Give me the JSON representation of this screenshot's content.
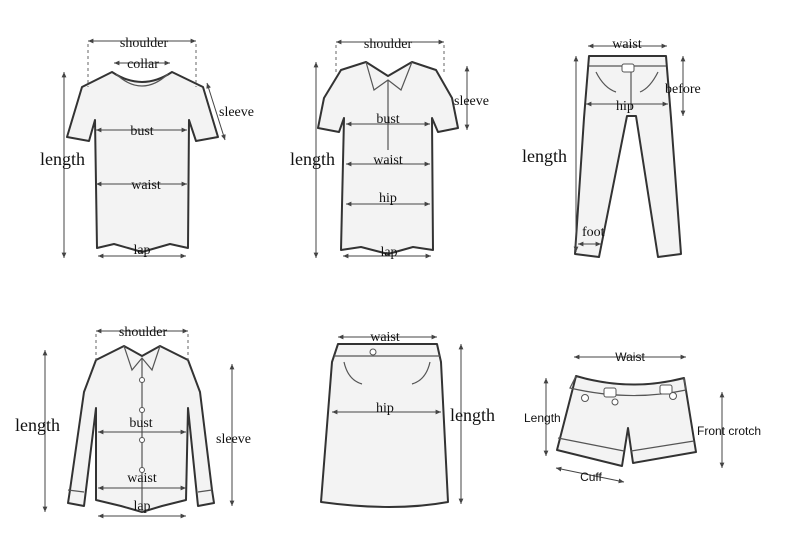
{
  "panels": {
    "tshirt": {
      "shoulder": "shoulder",
      "collar": "collar",
      "sleeve": "sleeve",
      "bust": "bust",
      "length": "length",
      "waist": "waist",
      "lap": "lap"
    },
    "blouse": {
      "shoulder": "shoulder",
      "sleeve": "sleeve",
      "bust": "bust",
      "length": "length",
      "waist": "waist",
      "hip": "hip",
      "lap": "lap"
    },
    "trousers": {
      "waist": "waist",
      "before": "before",
      "hip": "hip",
      "length": "length",
      "foot": "foot"
    },
    "shirt": {
      "shoulder": "shoulder",
      "length": "length",
      "bust": "bust",
      "sleeve": "sleeve",
      "waist": "waist",
      "lap": "lap"
    },
    "skirt": {
      "waist": "waist",
      "hip": "hip",
      "length": "length"
    },
    "shorts": {
      "waist": "Waist",
      "length": "Length",
      "front_crotch": "Front crotch",
      "cuff": "Cuff"
    }
  }
}
